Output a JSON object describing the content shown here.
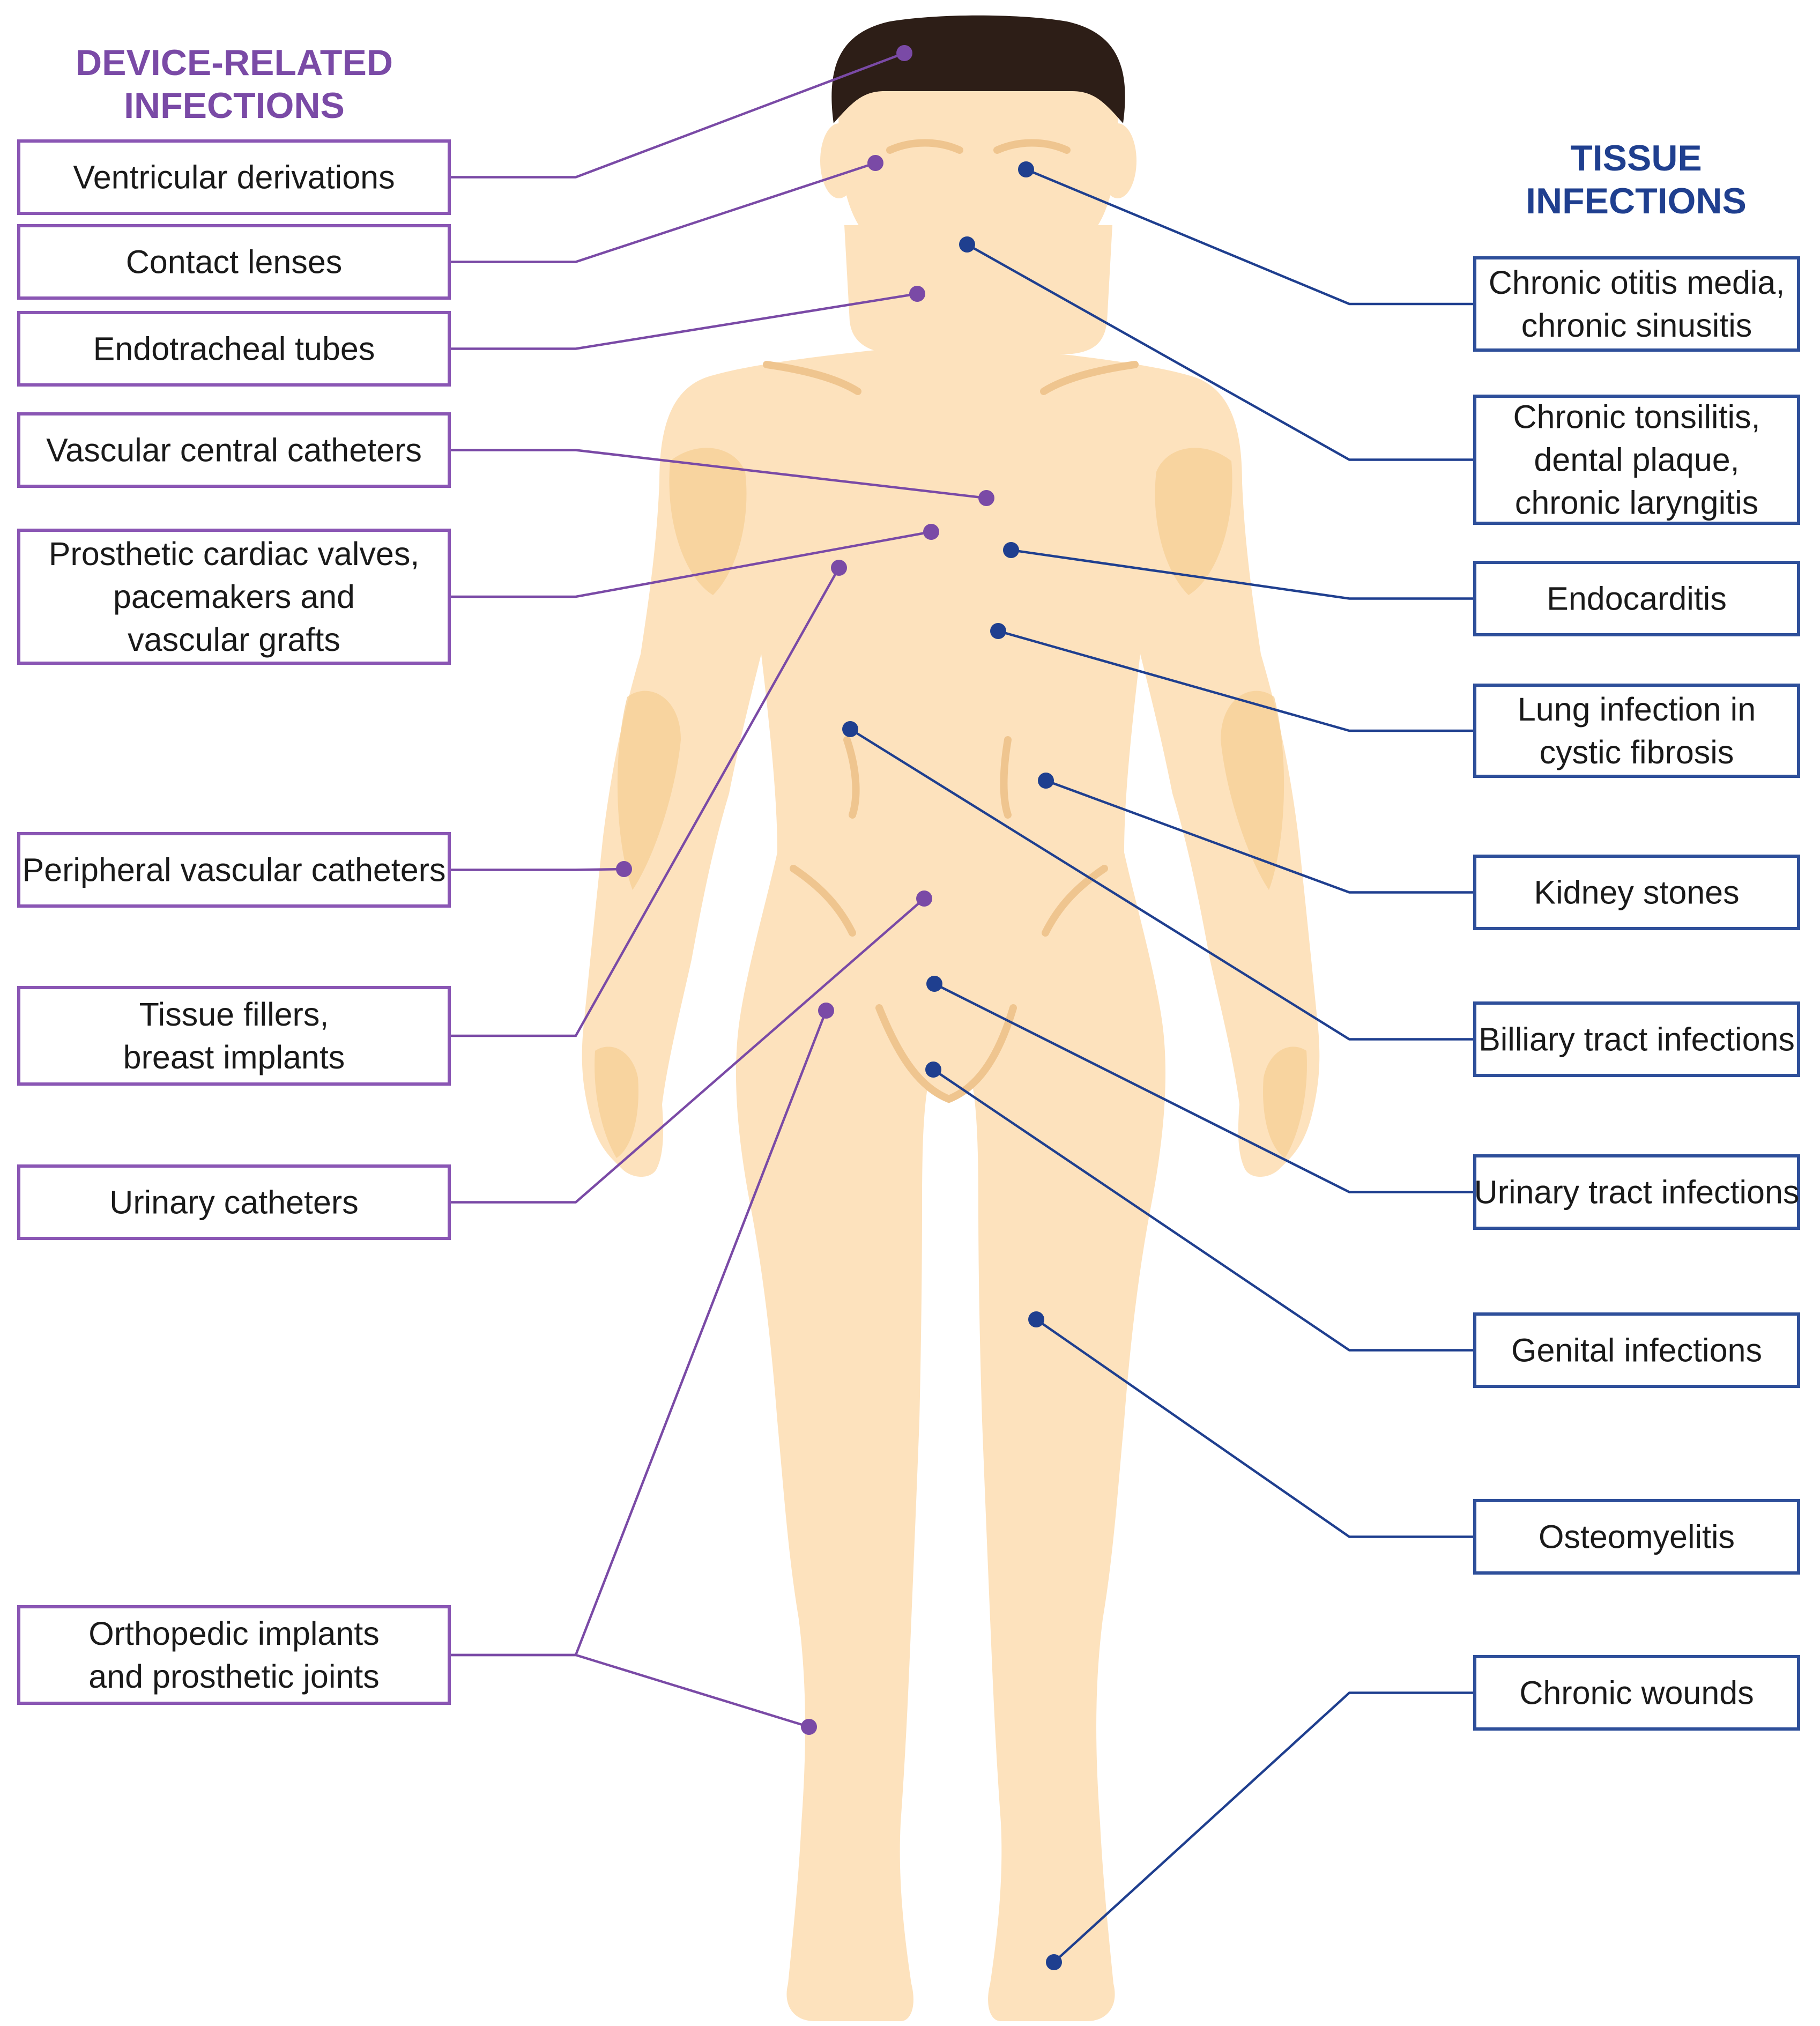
{
  "headings": {
    "device": [
      "DEVICE-RELATED",
      "INFECTIONS"
    ],
    "tissue": [
      "TISSUE",
      "INFECTIONS"
    ]
  },
  "colors": {
    "device": "#7a4aa6",
    "tissue": "#1f3f8f",
    "skin": "#fde2bd",
    "hair": "#2d1e17"
  },
  "device_labels": [
    [
      "Ventricular derivations"
    ],
    [
      "Contact lenses"
    ],
    [
      "Endotracheal tubes"
    ],
    [
      "Vascular central catheters"
    ],
    [
      "Prosthetic cardiac valves,",
      "pacemakers and",
      "vascular grafts"
    ],
    [
      "Peripheral vascular catheters"
    ],
    [
      "Tissue fillers,",
      "breast implants"
    ],
    [
      "Urinary catheters"
    ],
    [
      "Orthopedic implants",
      "and prosthetic joints"
    ]
  ],
  "tissue_labels": [
    [
      "Chronic otitis media,",
      "chronic sinusitis"
    ],
    [
      "Chronic tonsilitis,",
      "dental plaque,",
      "chronic laryngitis"
    ],
    [
      "Endocarditis"
    ],
    [
      "Lung infection in",
      "cystic fibrosis"
    ],
    [
      "Kidney stones"
    ],
    [
      "Billiary tract infections"
    ],
    [
      "Urinary tract infections"
    ],
    [
      "Genital infections"
    ],
    [
      "Osteomyelitis"
    ],
    [
      "Chronic wounds"
    ]
  ]
}
